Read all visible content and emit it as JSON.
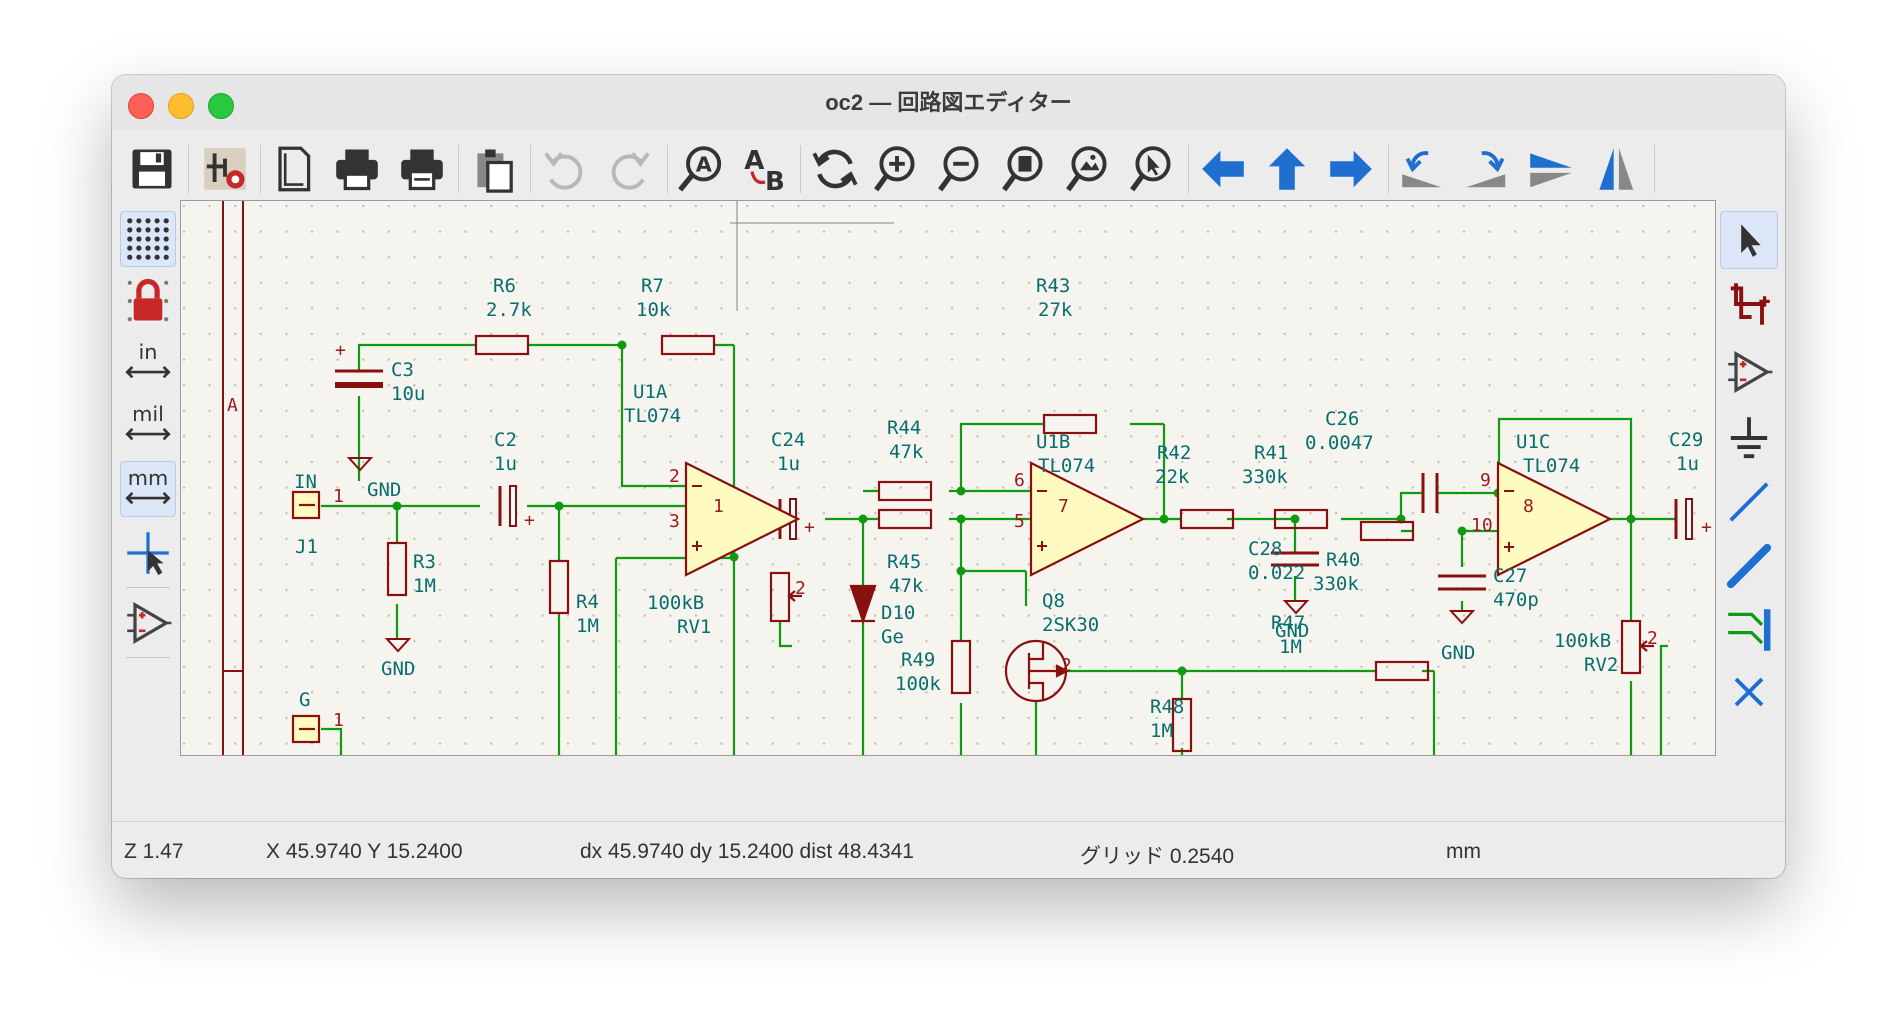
{
  "window": {
    "title": "oc2 — 回路図エディター"
  },
  "colors": {
    "wire": "#119a11",
    "body": "#8a0f0f",
    "fill": "#fffac0",
    "text": "#0a6e6e",
    "accent": "#1f6fd1"
  },
  "toolbar": [
    "save-icon",
    "schematic-setup-icon",
    "page-settings-icon",
    "print-icon",
    "plot-icon",
    "paste-icon",
    "undo-icon",
    "redo-icon",
    "find-icon",
    "find-replace-icon",
    "refresh-icon",
    "zoom-in-icon",
    "zoom-out-icon",
    "zoom-fit-icon",
    "zoom-objects-icon",
    "zoom-selection-icon",
    "navigate-back-icon",
    "navigate-up-icon",
    "navigate-forward-icon",
    "rotate-ccw-icon",
    "rotate-cw-icon",
    "mirror-vertical-icon",
    "mirror-horizontal-icon"
  ],
  "left_toolbar": {
    "grid": "grid-icon",
    "lock": "lock-icon",
    "unit_in": "in",
    "unit_mil": "mil",
    "unit_mm": "mm",
    "cursor": "full-crosshair-icon",
    "hidden_pins": "hidden-pins-icon"
  },
  "schematic": {
    "sheet_border_label": "A",
    "components": [
      {
        "ref": "R6",
        "value": "2.7k"
      },
      {
        "ref": "R7",
        "value": "10k"
      },
      {
        "ref": "C3",
        "value": "10u"
      },
      {
        "ref": "C2",
        "value": "1u"
      },
      {
        "ref": "U1A",
        "value": "TL074"
      },
      {
        "ref": "C24",
        "value": "1u"
      },
      {
        "ref": "R44",
        "value": "47k"
      },
      {
        "ref": "R45",
        "value": "47k"
      },
      {
        "ref": "R43",
        "value": "27k"
      },
      {
        "ref": "U1B",
        "value": "TL074"
      },
      {
        "ref": "R42",
        "value": "22k"
      },
      {
        "ref": "R41",
        "value": "330k"
      },
      {
        "ref": "C26",
        "value": "0.0047"
      },
      {
        "ref": "R40",
        "value": "330k"
      },
      {
        "ref": "C28",
        "value": "0.022"
      },
      {
        "ref": "C27",
        "value": "470p"
      },
      {
        "ref": "U1C",
        "value": "TL074"
      },
      {
        "ref": "C29",
        "value": "1u"
      },
      {
        "ref": "J1",
        "value": "IN"
      },
      {
        "ref": "R3",
        "value": "1M"
      },
      {
        "ref": "R4",
        "value": "1M"
      },
      {
        "ref": "RV1",
        "value": "100kB"
      },
      {
        "ref": "D10",
        "value": "Ge"
      },
      {
        "ref": "R49",
        "value": "100k"
      },
      {
        "ref": "Q8",
        "value": "2SK30"
      },
      {
        "ref": "R47",
        "value": "1M"
      },
      {
        "ref": "R48",
        "value": "1M"
      },
      {
        "ref": "RV2",
        "value": "100kB"
      },
      {
        "ref": "G",
        "value": "G"
      }
    ],
    "gnd_label": "GND"
  },
  "status": {
    "zoom": "Z 1.47",
    "xy": "X 45.9740  Y 15.2400",
    "delta": "dx 45.9740  dy 15.2400  dist 48.4341",
    "grid": "グリッド 0.2540",
    "units": "mm"
  }
}
